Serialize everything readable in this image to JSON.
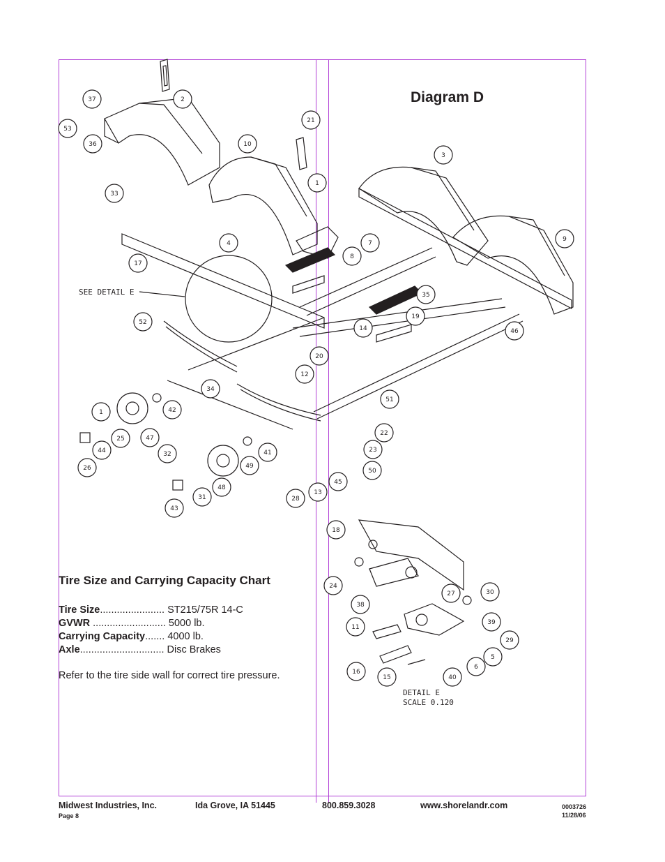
{
  "diagram": {
    "title": "Diagram D",
    "see_detail": "SEE DETAIL  E",
    "detail_title": "DETAIL  E",
    "detail_scale": "SCALE  0.120",
    "callouts_main": [
      "37",
      "2",
      "53",
      "36",
      "21",
      "10",
      "1",
      "3",
      "33",
      "4",
      "7",
      "8",
      "9",
      "17",
      "52",
      "35",
      "19",
      "14",
      "46",
      "20",
      "12",
      "34",
      "51",
      "42",
      "1",
      "47",
      "25",
      "44",
      "26",
      "22",
      "23",
      "32",
      "41",
      "50",
      "49",
      "48",
      "31",
      "45",
      "28",
      "13",
      "43"
    ],
    "callouts_detail": [
      "18",
      "24",
      "27",
      "30",
      "38",
      "11",
      "39",
      "29",
      "5",
      "6",
      "16",
      "15",
      "40"
    ]
  },
  "chart": {
    "title": "Tire Size and Carrying Capacity Chart",
    "rows": [
      {
        "label": "Tire Size",
        "dots": ".......................",
        "value": "ST215/75R 14-C"
      },
      {
        "label": "GVWR",
        "dots": "..........................",
        "value": "5000 lb."
      },
      {
        "label": "Carrying Capacity",
        "dots": ".......",
        "value": "4000 lb."
      },
      {
        "label": "Axle",
        "dots": "..............................",
        "value": "Disc Brakes"
      }
    ],
    "note": "Refer to the tire side wall for correct tire pressure."
  },
  "footer": {
    "company": "Midwest Industries, Inc.",
    "city": "Ida Grove, IA  51445",
    "phone": "800.859.3028",
    "web": "www.shorelandr.com",
    "page": "Page 8",
    "doc_number": "0003726",
    "date": "11/28/06"
  },
  "colors": {
    "frame": "#b13fd6",
    "ink": "#231f20"
  }
}
